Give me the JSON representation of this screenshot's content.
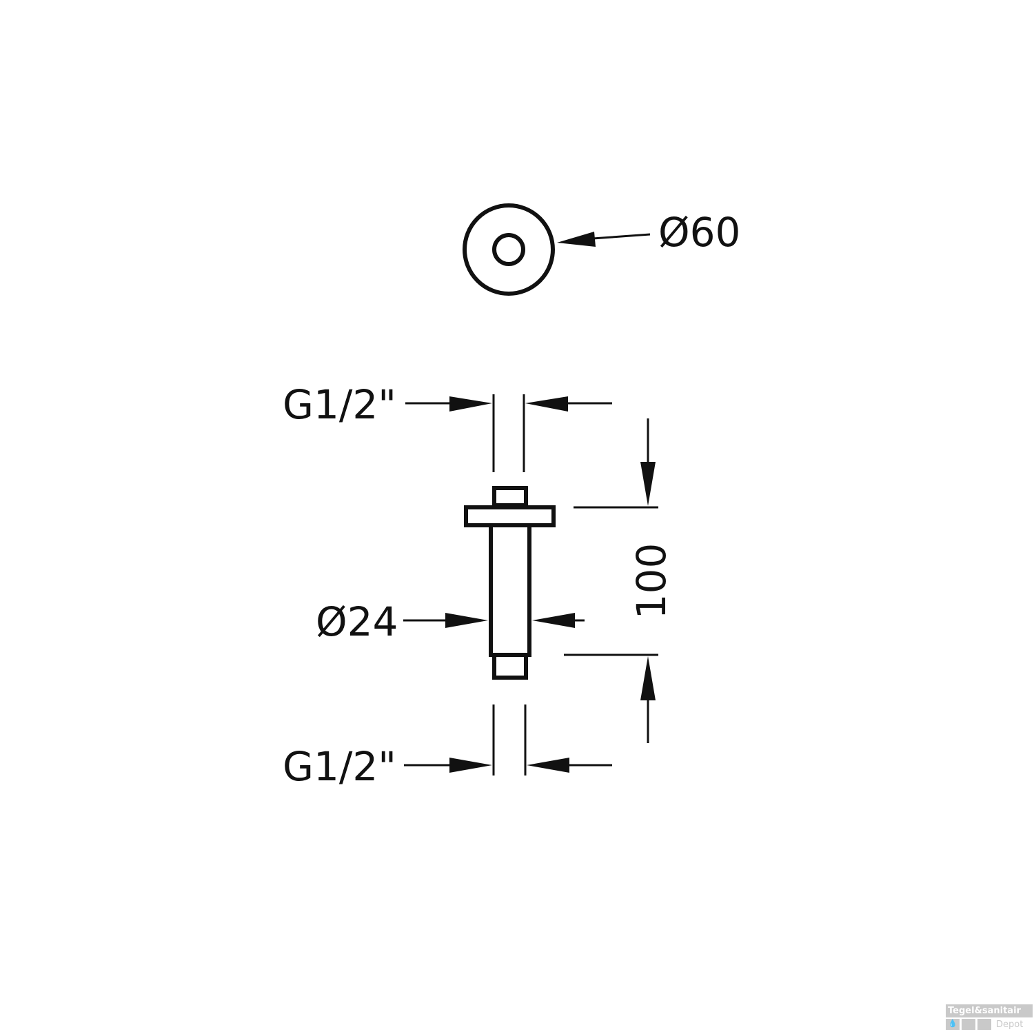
{
  "labels": {
    "outer_diameter": "Ø60",
    "thread_top": "G1/2\"",
    "tube_diameter": "Ø24",
    "thread_bottom": "G1/2\"",
    "length": "100"
  },
  "watermark": {
    "brand": "Tegel&sanitair",
    "sub": "Depot"
  },
  "colors": {
    "line": "#111111",
    "watermark": "#c9c9c9"
  }
}
